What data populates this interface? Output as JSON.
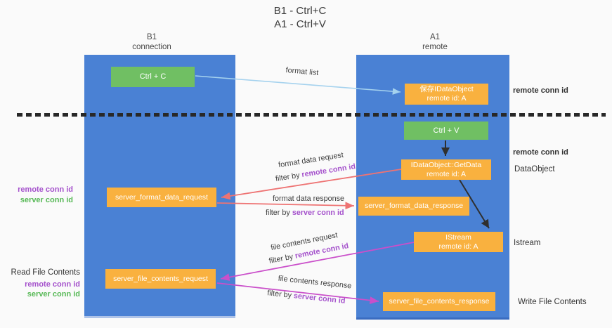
{
  "title": {
    "line1": "B1 - Ctrl+C",
    "line2": "A1 - Ctrl+V"
  },
  "columns": {
    "left": {
      "name": "B1",
      "role": "connection"
    },
    "right": {
      "name": "A1",
      "role": "remote"
    }
  },
  "nodes": {
    "ctrl_c": {
      "label": "Ctrl + C"
    },
    "ctrl_v": {
      "label": "Ctrl + V"
    },
    "save_idataobject": {
      "line1": "保存IDataObject",
      "line2": "remote id: A"
    },
    "getdata": {
      "line1": "IDataObject::GetData",
      "line2": "remote id: A"
    },
    "istream": {
      "line1": "IStream",
      "line2": "remote id: A"
    },
    "server_format_data_request": {
      "label": "server_format_data_request"
    },
    "server_format_data_response": {
      "label": "server_format_data_response"
    },
    "server_file_contents_request": {
      "label": "server_file_contents_request"
    },
    "server_file_contents_response": {
      "label": "server_file_contents_response"
    }
  },
  "side_labels": {
    "remote_conn_id": "remote conn id",
    "server_conn_id": "server conn id",
    "dataobject": "DataObject",
    "istream": "Istream",
    "read_file_contents": "Read File Contents",
    "write_file_contents": "Write File Contents"
  },
  "arrow_labels": {
    "format_list": "format list",
    "format_data_request": "format data request",
    "format_data_response": "format data response",
    "file_contents_request": "file contents request",
    "file_contents_response": "file contents response",
    "filter_by": "filter by",
    "remote_conn_id": "remote conn id",
    "server_conn_id": "server conn id"
  },
  "colors": {
    "column_blue": "#4a81d4",
    "node_green": "#70bf63",
    "node_orange": "#f9b13f",
    "arrow_blue": "#a5d2ee",
    "arrow_red": "#ee7373",
    "arrow_magenta": "#ca4fca",
    "label_purple": "#a552cc",
    "label_green": "#58b957",
    "text_dark": "#3a3a3a",
    "background": "#fafafa"
  }
}
